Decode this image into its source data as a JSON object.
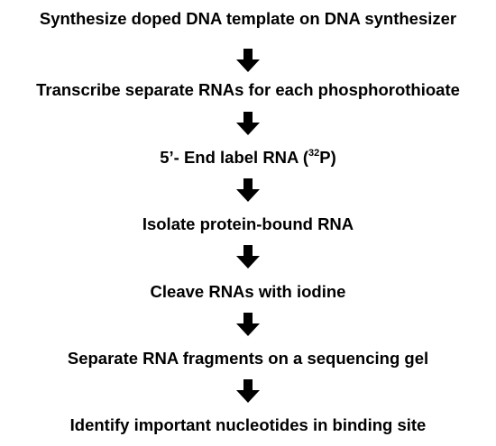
{
  "flowchart": {
    "steps": [
      {
        "label": "Synthesize doped DNA template on DNA synthesizer"
      },
      {
        "label": "Transcribe separate RNAs for each phosphorothioate"
      },
      {
        "label_pre": "5’- End label RNA (",
        "label_sup": "32",
        "label_post": "P)"
      },
      {
        "label": "Isolate protein-bound RNA"
      },
      {
        "label": "Cleave RNAs with iodine"
      },
      {
        "label": "Separate RNA fragments on a sequencing gel"
      },
      {
        "label": "Identify important nucleotides in binding site"
      }
    ],
    "arrow_icon": "down-arrow-icon",
    "arrow_color": "#000000",
    "text_color": "#000000",
    "background": "#ffffff"
  }
}
